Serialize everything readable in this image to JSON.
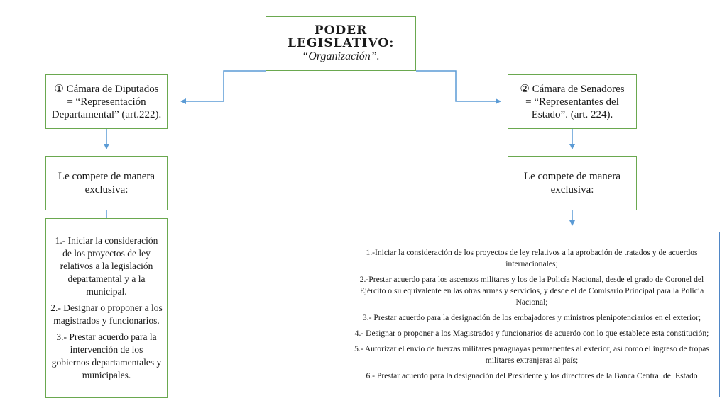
{
  "title": {
    "main": "PODER LEGISLATIVO:",
    "sub": "“Organización”."
  },
  "diputados": {
    "number": "①",
    "name": "Cámara de Diputados",
    "description": "= “Representación Departamental” (art.222).",
    "compete": "Le compete de manera exclusiva:",
    "items": [
      "1.- Iniciar la consideración de los proyectos de ley relativos a la legislación departamental y a la municipal.",
      "2.- Designar o proponer a los magistrados y funcionarios.",
      "3.- Prestar acuerdo para la intervención de los gobiernos departamentales y municipales."
    ]
  },
  "senadores": {
    "number": "②",
    "name": "Cámara de Senadores",
    "description": "= “Representantes del Estado”. (art. 224).",
    "compete": "Le compete de manera exclusiva:",
    "items": [
      "1.-Iniciar la consideración de los proyectos de ley relativos a la aprobación de tratados y de acuerdos internacionales;",
      "2.-Prestar acuerdo para los ascensos militares y los de la Policía Nacional, desde el grado de Coronel del Ejército o su equivalente en las otras armas y servicios, y desde el de Comisario Principal para la Policía Nacional;",
      "3.- Prestar acuerdo para la designación de los embajadores y ministros plenipotenciarios en el exterior;",
      "4.- Designar o proponer a los Magistrados y funcionarios de acuerdo con lo que establece esta constitución;",
      "5.- Autorizar el envío de fuerzas militares paraguayas permanentes al exterior, así como el ingreso de tropas militares extranjeras al país;",
      "6.- Prestar acuerdo para la designación del Presidente y los directores de la Banca Central del Estado"
    ]
  },
  "colors": {
    "box_border_green": "#6aa84f",
    "connector_blue": "#4f86c6"
  }
}
